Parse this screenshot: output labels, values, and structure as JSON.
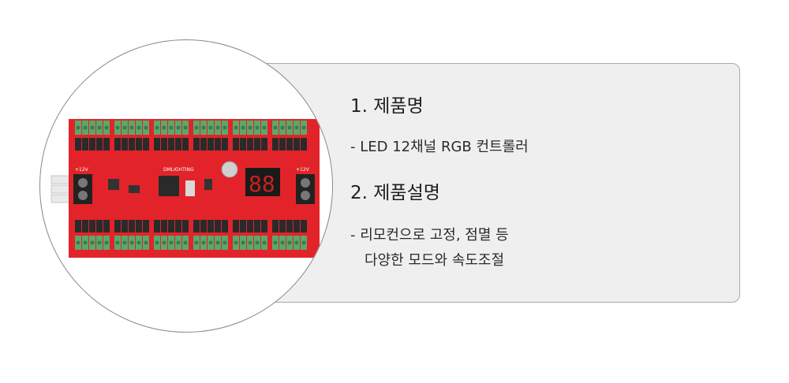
{
  "sections": [
    {
      "title": "1. 제품명",
      "desc": [
        "- LED 12채널 RGB 컨트롤러"
      ]
    },
    {
      "title": "2. 제품설명",
      "desc": [
        "- 리모컨으로 고정, 점멸 등",
        "다양한 모드와 속도조절"
      ]
    }
  ],
  "board": {
    "brand_mark": "DMLIGHTING",
    "display_digits": "88",
    "power_label_left": "+12V",
    "power_label_right": "+12V",
    "colors": {
      "pcb": "#e2232a",
      "terminal": "#5aa86a",
      "chip": "#2a2a2a"
    }
  }
}
